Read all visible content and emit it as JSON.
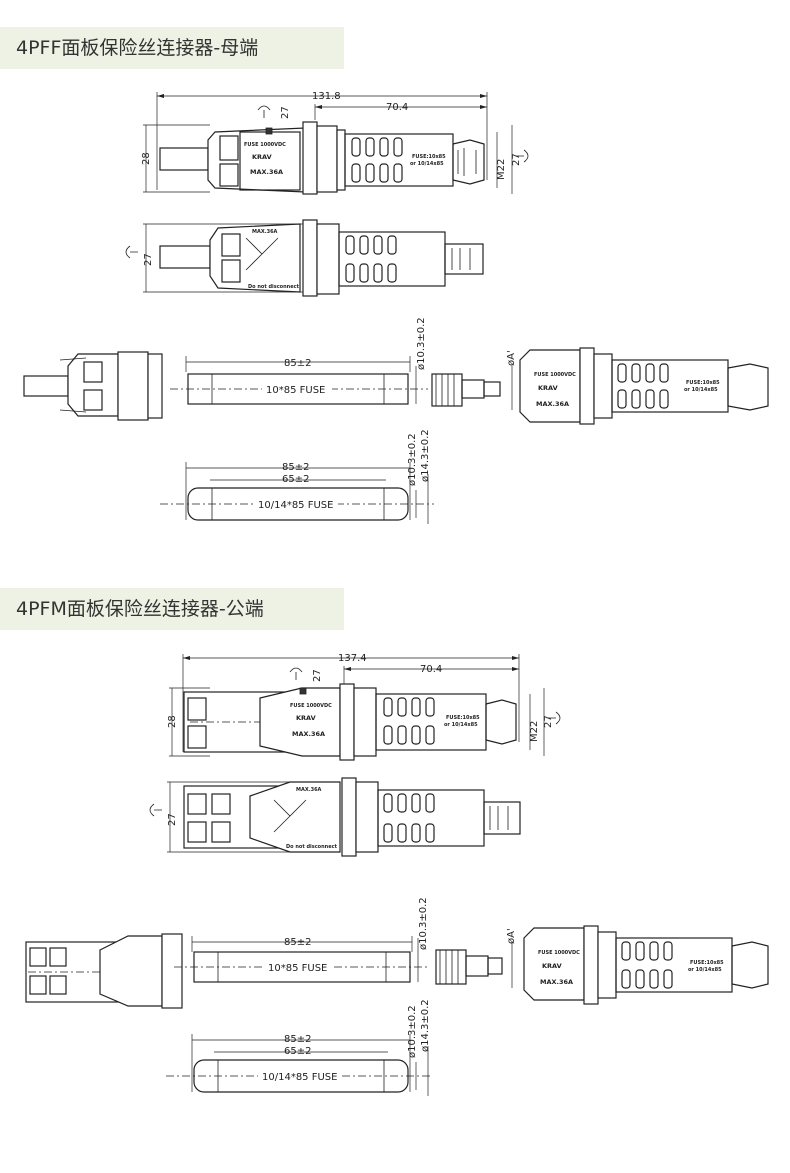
{
  "section_a": {
    "title": "4PFF面板保险丝连接器-母端",
    "dims": {
      "overall": "131.8",
      "partial": "70.4",
      "wrench_top": "27",
      "height_left": "28",
      "thread": "M22",
      "wrench_right": "27",
      "wrench_side": "27",
      "fuse_len": "85±2",
      "fuse_dia": "ø10.3±0.2",
      "fuse_label": "10*85 FUSE",
      "dia_a": "øA'",
      "fuse2_len": "85±2",
      "fuse2_inner": "65±2",
      "fuse2_dia_inner": "ø10.3±0.2",
      "fuse2_dia_outer": "ø14.3±0.2",
      "fuse2_label": "10/14*85 FUSE"
    },
    "markings": {
      "rating": "FUSE 1000VDC",
      "max": "MAX.36A",
      "fuse_spec_1": "FUSE:10x85",
      "fuse_spec_2": "or 10/14x85",
      "warning": "Do not disconnect",
      "brand": "KRAV"
    }
  },
  "section_b": {
    "title": "4PFM面板保险丝连接器-公端",
    "dims": {
      "overall": "137.4",
      "partial": "70.4",
      "wrench_top": "27",
      "height_left": "28",
      "thread": "M22",
      "wrench_right": "27",
      "wrench_side": "27",
      "fuse_len": "85±2",
      "fuse_dia": "ø10.3±0.2",
      "fuse_label": "10*85 FUSE",
      "dia_a": "øA'",
      "fuse2_len": "85±2",
      "fuse2_inner": "65±2",
      "fuse2_dia_inner": "ø10.3±0.2",
      "fuse2_dia_outer": "ø14.3±0.2",
      "fuse2_label": "10/14*85 FUSE"
    },
    "markings": {
      "rating": "FUSE 1000VDC",
      "max": "MAX.36A",
      "fuse_spec_1": "FUSE:10x85",
      "fuse_spec_2": "or 10/14x85",
      "warning": "Do not disconnect",
      "brand": "KRAV"
    }
  }
}
